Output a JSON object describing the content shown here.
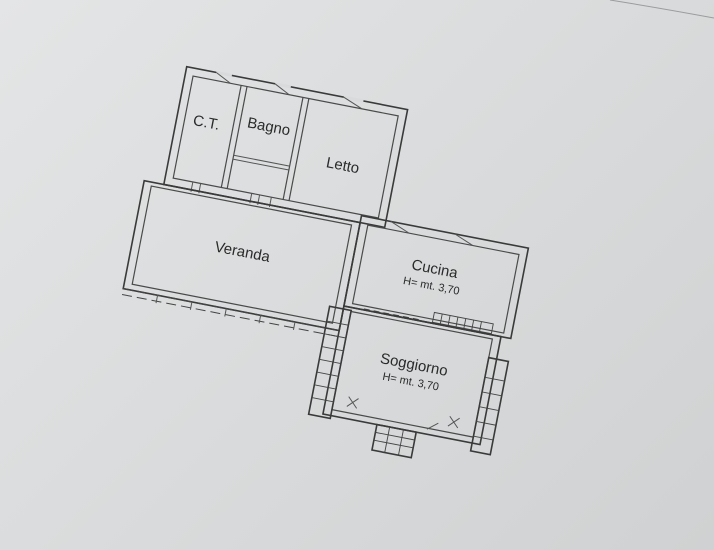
{
  "floor_plan": {
    "rooms": [
      {
        "id": "ct",
        "label": "C.T."
      },
      {
        "id": "bagno",
        "label": "Bagno"
      },
      {
        "id": "letto",
        "label": "Letto"
      },
      {
        "id": "veranda",
        "label": "Veranda"
      },
      {
        "id": "cucina",
        "label": "Cucina",
        "height_note": "H= mt. 3,70"
      },
      {
        "id": "soggiorno",
        "label": "Soggiorno",
        "height_note": "H= mt. 3,70"
      }
    ]
  }
}
